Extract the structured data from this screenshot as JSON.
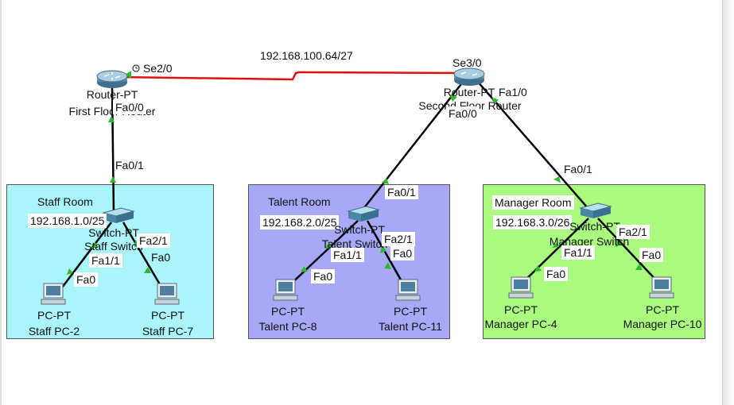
{
  "wan": {
    "network": "192.168.100.64/27",
    "left_port": "Se2/0",
    "right_port": "Se3/0"
  },
  "routers": {
    "first": {
      "type": "Router-PT",
      "name": "First Floor Router",
      "lan_port": "Fa0/0"
    },
    "second": {
      "type": "Router-PT",
      "name": "Second Floor Router",
      "port_left": "Fa0/0",
      "port_right": "Fa1/0"
    }
  },
  "rooms": {
    "staff": {
      "name": "Staff Room",
      "network": "192.168.1.0/25",
      "uplink_port": "Fa0/1",
      "switch": {
        "type": "Switch-PT",
        "name": "Staff Switch",
        "port_left": "Fa1/1",
        "port_right": "Fa2/1"
      },
      "pcs": [
        {
          "type": "PC-PT",
          "name": "Staff PC-2",
          "port": "Fa0"
        },
        {
          "type": "PC-PT",
          "name": "Staff PC-7",
          "port": "Fa0"
        }
      ],
      "color": "#a9f5fb"
    },
    "talent": {
      "name": "Talent Room",
      "network": "192.168.2.0/25",
      "uplink_port": "Fa0/1",
      "switch": {
        "type": "Switch-PT",
        "name": "Talent Switch",
        "port_left": "Fa1/1",
        "port_right": "Fa2/1"
      },
      "pcs": [
        {
          "type": "PC-PT",
          "name": "Talent PC-8",
          "port": "Fa0"
        },
        {
          "type": "PC-PT",
          "name": "Talent PC-11",
          "port": "Fa0"
        }
      ],
      "color": "#a8a8f8"
    },
    "manager": {
      "name": "Manager Room",
      "network": "192.168.3.0/26",
      "uplink_port": "Fa0/1",
      "switch": {
        "type": "Switch-PT",
        "name": "Manager Switch",
        "port_left": "Fa1/1",
        "port_right": "Fa2/1"
      },
      "pcs": [
        {
          "type": "PC-PT",
          "name": "Manager PC-4",
          "port": "Fa0"
        },
        {
          "type": "PC-PT",
          "name": "Manager PC-10",
          "port": "Fa0"
        }
      ],
      "color": "#aafa7f"
    }
  },
  "colors": {
    "serial_link": "#e01010",
    "ethernet_link": "#000000",
    "link_light": "#2fb82f"
  }
}
